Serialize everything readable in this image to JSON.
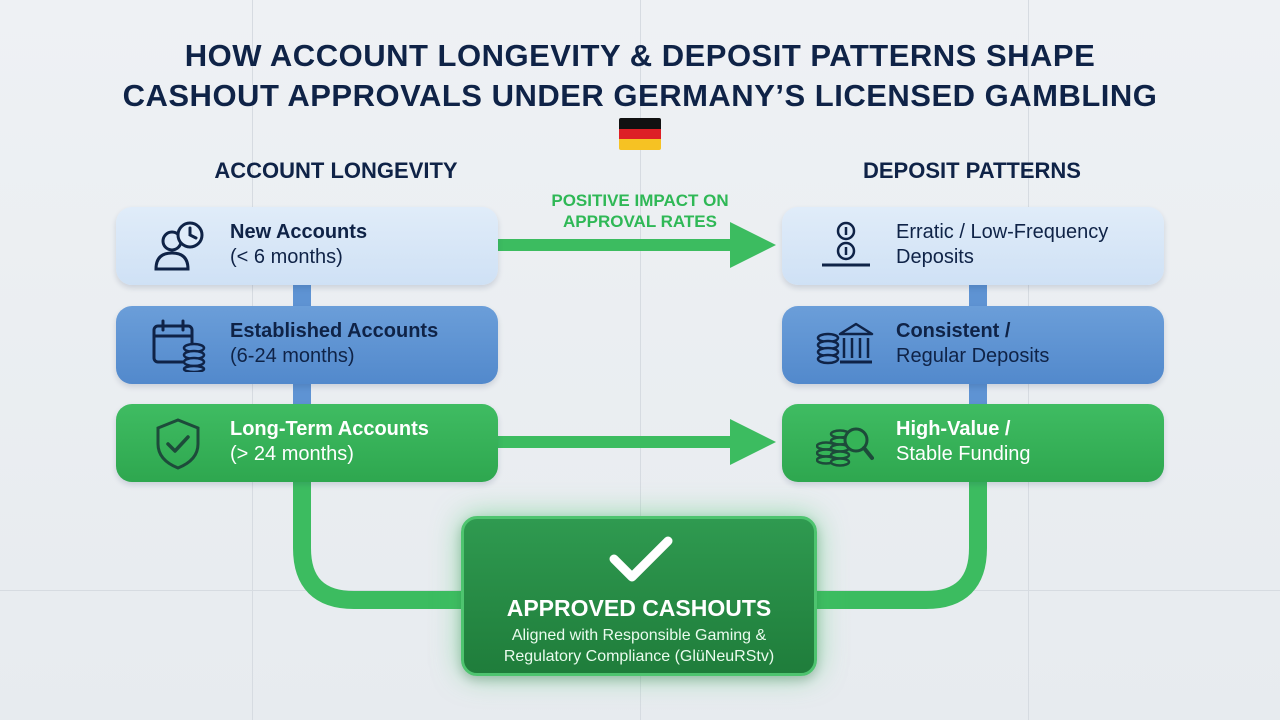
{
  "title": {
    "line1": "HOW ACCOUNT LONGEVITY & DEPOSIT PATTERNS SHAPE",
    "line2": "CASHOUT APPROVALS UNDER GERMANY’S LICENSED GAMBLING"
  },
  "flag": {
    "colors": [
      "#111111",
      "#dd1f26",
      "#f6c223"
    ]
  },
  "columns": {
    "left_header": "ACCOUNT LONGEVITY",
    "right_header": "DEPOSIT PATTERNS"
  },
  "impact_label": {
    "line1": "POSITIVE IMPACT ON",
    "line2": "APPROVAL RATES"
  },
  "longevity": [
    {
      "title": "New Accounts",
      "detail": "(< 6 months)",
      "icon": "user-clock-icon"
    },
    {
      "title": "Established Accounts",
      "detail": "(6-24 months)",
      "icon": "calendar-coins-icon"
    },
    {
      "title": "Long-Term Accounts",
      "detail": "(> 24 months)",
      "icon": "shield-check-icon"
    }
  ],
  "deposits": [
    {
      "title": "Erratic / Low-Frequency",
      "detail": "Deposits",
      "icon": "coin-drop-icon"
    },
    {
      "title": "Consistent /",
      "detail": "Regular Deposits",
      "icon": "coins-bank-icon"
    },
    {
      "title": "High-Value /",
      "detail": "Stable Funding",
      "icon": "coins-magnifier-icon"
    }
  ],
  "outcome": {
    "title": "APPROVED CASHOUTS",
    "sub1": "Aligned with Responsible Gaming &",
    "sub2": "Regulatory Compliance (GlüNeuRStv)",
    "icon": "checkmark-icon"
  },
  "colors": {
    "navy": "#0f2347",
    "light_card": "#d6e6f7",
    "mid_card": "#5e93d3",
    "green": "#35b457",
    "arrow_green": "#3cbc60"
  }
}
